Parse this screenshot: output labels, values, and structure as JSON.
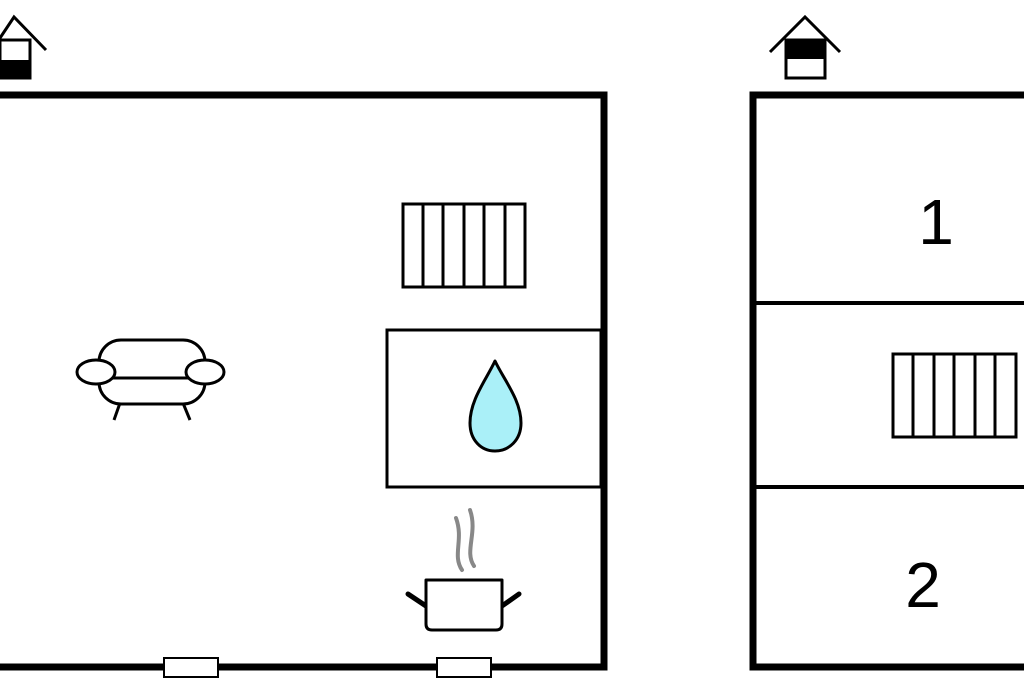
{
  "floors": [
    {
      "name": "ground-floor",
      "icons": [
        "house-level-icon",
        "radiator-icon",
        "sofa-icon",
        "water-drop-icon",
        "cooking-pot-icon",
        "window-icon",
        "window-icon"
      ]
    },
    {
      "name": "upper-floor",
      "icons": [
        "house-level-icon",
        "radiator-icon"
      ],
      "rooms": [
        {
          "label": "1"
        },
        {
          "label": "2"
        }
      ]
    }
  ],
  "colors": {
    "wall": "#000000",
    "water": "#aaf0f8",
    "steam": "#888888",
    "background": "#ffffff"
  }
}
